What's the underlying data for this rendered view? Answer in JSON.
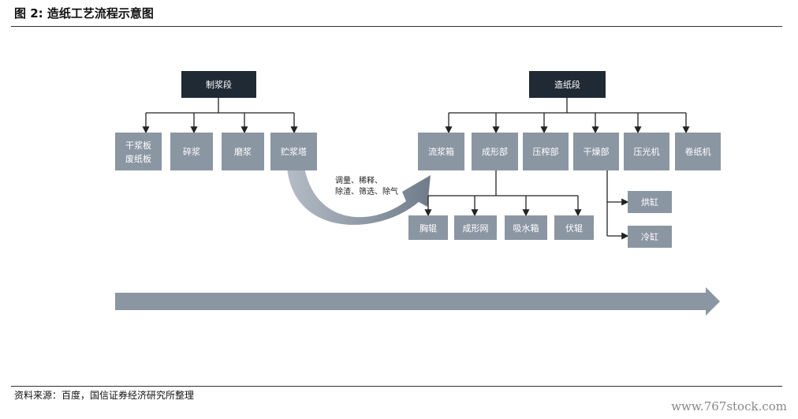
{
  "title": "图 2: 造纸工艺流程示意图",
  "source": "资料来源：百度，国信证券经济研究所整理",
  "watermark": "www.767stock.com",
  "pulping": {
    "header": "制浆段",
    "steps": [
      "干浆板\n废纸板",
      "碎浆",
      "磨浆",
      "贮浆塔"
    ]
  },
  "papermaking": {
    "header": "造纸段",
    "steps": [
      "流浆箱",
      "成形部",
      "压榨部",
      "干燥部",
      "压光机",
      "卷纸机"
    ],
    "forming_sub": [
      "胸辊",
      "成形网",
      "吸水箱",
      "伏辊"
    ],
    "drying_sub": [
      "烘缸",
      "冷缸"
    ]
  },
  "transfer_note": "调量、稀释、\n除渣、筛选、除气",
  "colors": {
    "box": "#8b96a3",
    "header": "#1f2a35",
    "arrow": "#8b96a3"
  }
}
